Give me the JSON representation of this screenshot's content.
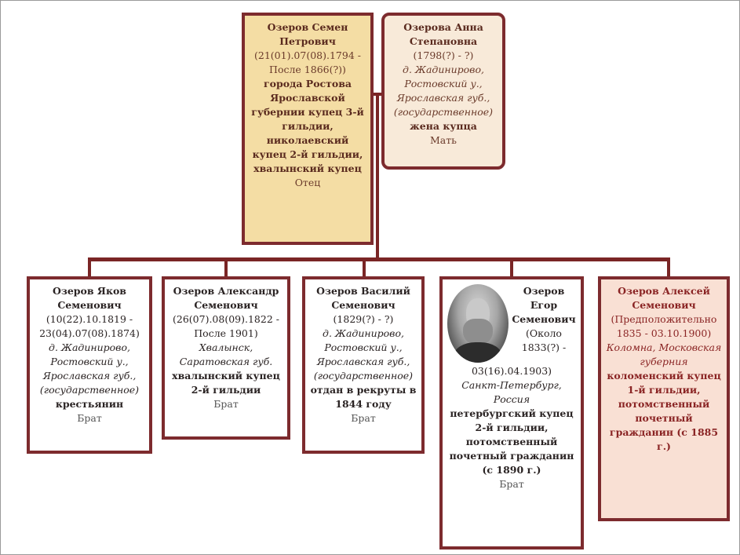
{
  "parents": [
    {
      "name": "Озеров Семен Петрович",
      "dates": "(21(01).07(08).1794 - После 1866(?))",
      "place": "",
      "title": "города Ростова Ярославской губернии купец 3-й гильдии, николаевский купец 2-й гильдии, хвалынский купец",
      "relation": "Отец"
    },
    {
      "name": "Озерова Анна Степановна",
      "dates": "(1798(?) - ?)",
      "place": "д. Жадинирово, Ростовский у., Ярославская губ., (государственное)",
      "title": "жена купца",
      "relation": "Мать"
    }
  ],
  "children": [
    {
      "name": "Озеров Яков Семенович",
      "dates": "(10(22).10.1819 - 23(04).07(08).1874)",
      "place": "д. Жадинирово, Ростовский у., Ярославская губ., (государственное)",
      "title": "крестьянин",
      "relation": "Брат"
    },
    {
      "name": "Озеров Александр Семенович",
      "dates": "(26(07).08(09).1822 - После 1901)",
      "place": "Хвалынск, Саратовская губ.",
      "title": "хвалынский купец 2-й гильдии",
      "relation": "Брат"
    },
    {
      "name": "Озеров Василий Семенович",
      "dates": "(1829(?) - ?)",
      "place": "д. Жадинирово, Ростовский у., Ярославская губ., (государственное)",
      "title": "отдан в рекруты в 1844 году",
      "relation": "Брат"
    },
    {
      "name": "Озеров Егор Семенович",
      "dates": "(Около 1833(?) - 03(16).04.1903)",
      "place": "Санкт-Петербург, Россия",
      "title": "петербургский купец 2-й гильдии, потомственный почетный гражданин (с 1890 г.)",
      "relation": "Брат"
    },
    {
      "name": "Озеров Алексей Семенович",
      "dates": "(Предположительно 1835 - 03.10.1900)",
      "place": "Коломна, Московская губерния",
      "title": "коломенский купец 1-й гильдии, потомственный почетный гражданин (с 1885 г.)",
      "relation": ""
    }
  ]
}
